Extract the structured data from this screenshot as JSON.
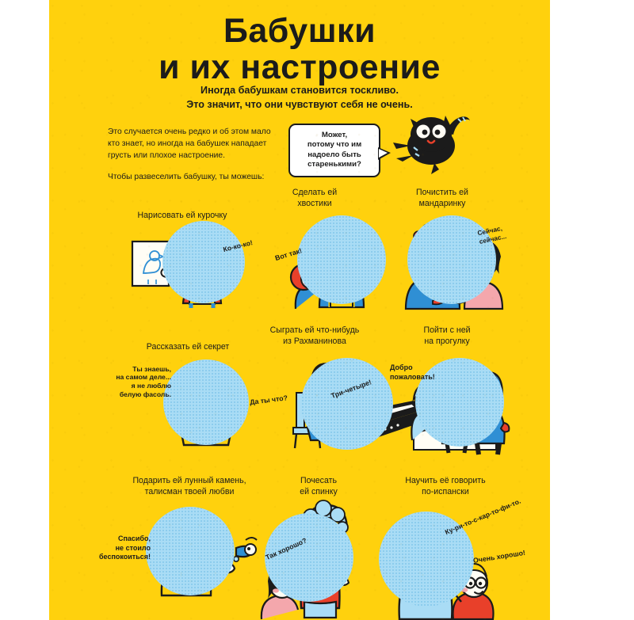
{
  "page": {
    "background_color": "#ffd10d",
    "ink_color": "#1b1b1b",
    "accent_blue": "#a9dcf5",
    "accent_red": "#e8402a",
    "accent_mid_blue": "#2f8fd4",
    "accent_pink": "#f4a7ac"
  },
  "title": {
    "line1": "Бабушки",
    "line2": "и их настроение"
  },
  "subtitle": {
    "line1": "Иногда бабушкам становится тоскливо.",
    "line2": "Это значит, что они чувствуют себя не очень."
  },
  "intro": {
    "paragraph1": "Это случается очень редко и об этом мало кто знает, но иногда на бабушек нападает грусть или плохое настроение.",
    "paragraph2": "Чтобы развеселить бабушку, ты можешь:"
  },
  "cat_bubble": {
    "text": "Может,\nпотому что им\nнадоело быть\nстаренькими?"
  },
  "scenes": [
    {
      "id": "draw-a-hen",
      "caption": "Нарисовать ей курочку",
      "speech": [
        "Ко-ко-ко!"
      ]
    },
    {
      "id": "make-ponytails",
      "caption_line1": "Сделать ей",
      "caption_line2": "хвостики",
      "speech": [
        "Вот так!"
      ]
    },
    {
      "id": "peel-a-tangerine",
      "caption_line1": "Почистить ей",
      "caption_line2": "мандаринку",
      "speech": [
        "Сейчас,\nсейчас..."
      ]
    },
    {
      "id": "tell-a-secret",
      "caption": "Рассказать ей секрет",
      "speech": [
        "Ты знаешь,\nна самом деле...\nя не люблю\nбелую фасоль.",
        "Да ты что?"
      ]
    },
    {
      "id": "play-rachmaninoff",
      "caption_line1": "Сыграть ей что-нибудь",
      "caption_line2": "из Рахманинова",
      "speech": [
        "Три-четыре!"
      ]
    },
    {
      "id": "go-for-a-walk",
      "caption_line1": "Пойти с ней",
      "caption_line2": "на прогулку",
      "speech": [
        "Добро\nпожаловать!"
      ]
    },
    {
      "id": "give-a-moonstone",
      "caption_line1": "Подарить ей лунный камень,",
      "caption_line2": "талисман твоей любви",
      "speech": [
        "Спасибо,\nне стоило\nбеспокоиться!"
      ]
    },
    {
      "id": "scratch-her-back",
      "caption_line1": "Почесать",
      "caption_line2": "ей спинку",
      "speech": [
        "Так хорошо?"
      ]
    },
    {
      "id": "teach-spanish",
      "caption_line1": "Научить её говорить",
      "caption_line2": "по-испански",
      "speech": [
        "Ку-ри-то-с-кар-то-фи-то.",
        "Очень хорошо!"
      ]
    }
  ]
}
